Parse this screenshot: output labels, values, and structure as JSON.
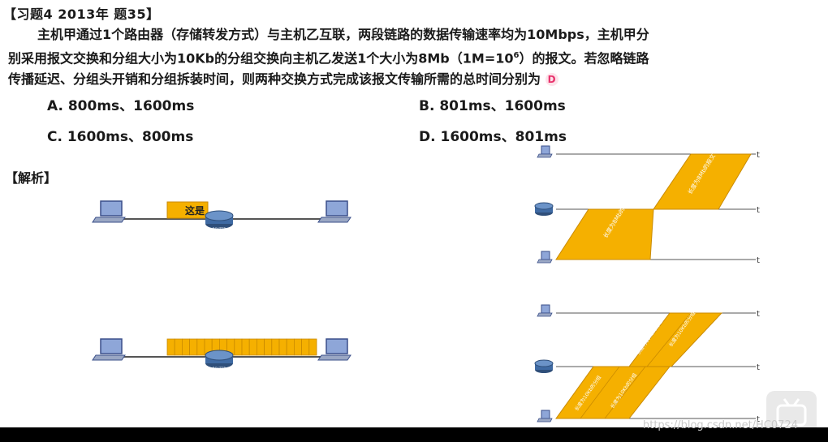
{
  "header": {
    "title": "【习题4  2013年 题35】"
  },
  "question": {
    "line1": "主机甲通过1个路由器（存储转发方式）与主机乙互联，两段链路的数据传输速率均为10Mbps，主机甲分",
    "line2_pre": "别采用报文交换和分组大小为10Kb的分组交换向主机乙发送1个大小为8Mb（1M=10",
    "line2_sup": "6",
    "line2_post": "）的报文。若忽略链路",
    "line3": "传播延迟、分组头开销和分组拆装时间，则两种交换方式完成该报文传输所需的总时间分别为",
    "answer": "D"
  },
  "options": {
    "a": "A. 800ms、1600ms",
    "b": "B. 801ms、1600ms",
    "c": "C. 1600ms、800ms",
    "d": "D. 1600ms、801ms"
  },
  "analysis_label": "【解析】",
  "diagrams": {
    "message_label": "这是",
    "router_label": "ROUTER",
    "axis_label": "t",
    "msg_slant_label": "长度为8Mb的报文",
    "pkt_slant_label": "长度为10Kb的分组",
    "colors": {
      "packet": "#f5b000",
      "packet_border": "#c98a00",
      "line": "#555555"
    }
  },
  "watermark": "https://blog.csdn.net/HC0724"
}
